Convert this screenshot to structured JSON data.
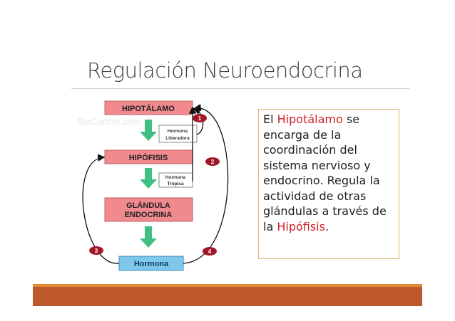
{
  "title": "Regulación Neuroendocrina",
  "diagram": {
    "hipotalamo": "HIPOTÁLAMO",
    "hormona_liberadora": [
      "Hormona",
      "Liberadora"
    ],
    "hipofisis": "HIPÓFISIS",
    "hormona_tropica": [
      "Hormona",
      "Trópica"
    ],
    "glandula": [
      "GLÁNDULA",
      "ENDOCRINA"
    ],
    "hormona": "Hormona",
    "badges": [
      "1",
      "2",
      "3",
      "4"
    ],
    "watermark": "BioCancer.com"
  },
  "text": {
    "p1": "El ",
    "h1": "Hipotálamo",
    "p2": " se encarga de la coordinación del sistema nervioso y endocrino. Regula la actividad de otras glándulas a través de la ",
    "h2": "Hipófisis",
    "p3": "."
  },
  "colors": {
    "accent": "#bd582c",
    "highlight": "#d0202a",
    "box": "#f08a8e",
    "hormona": "#7ec8ee",
    "arrow": "#40c080"
  }
}
